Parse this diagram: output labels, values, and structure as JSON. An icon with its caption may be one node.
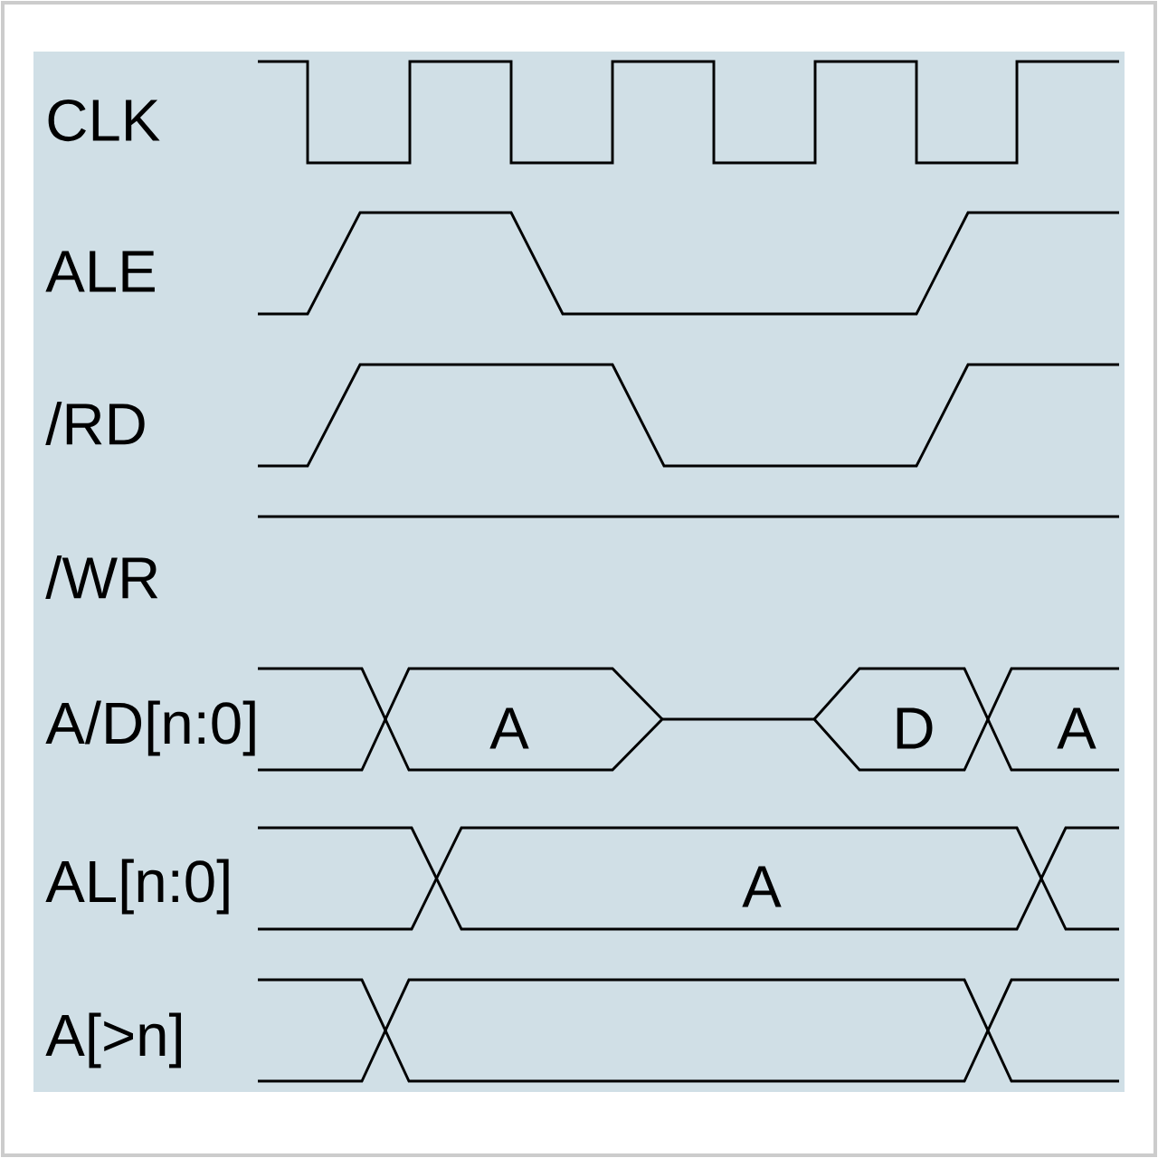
{
  "diagram": {
    "labels": [
      "CLK",
      "ALE",
      "/RD",
      "/WR",
      "A/D[n:0]",
      "A",
      "D",
      "A",
      "AL[n:0]",
      "A",
      "A[>n]"
    ]
  }
}
